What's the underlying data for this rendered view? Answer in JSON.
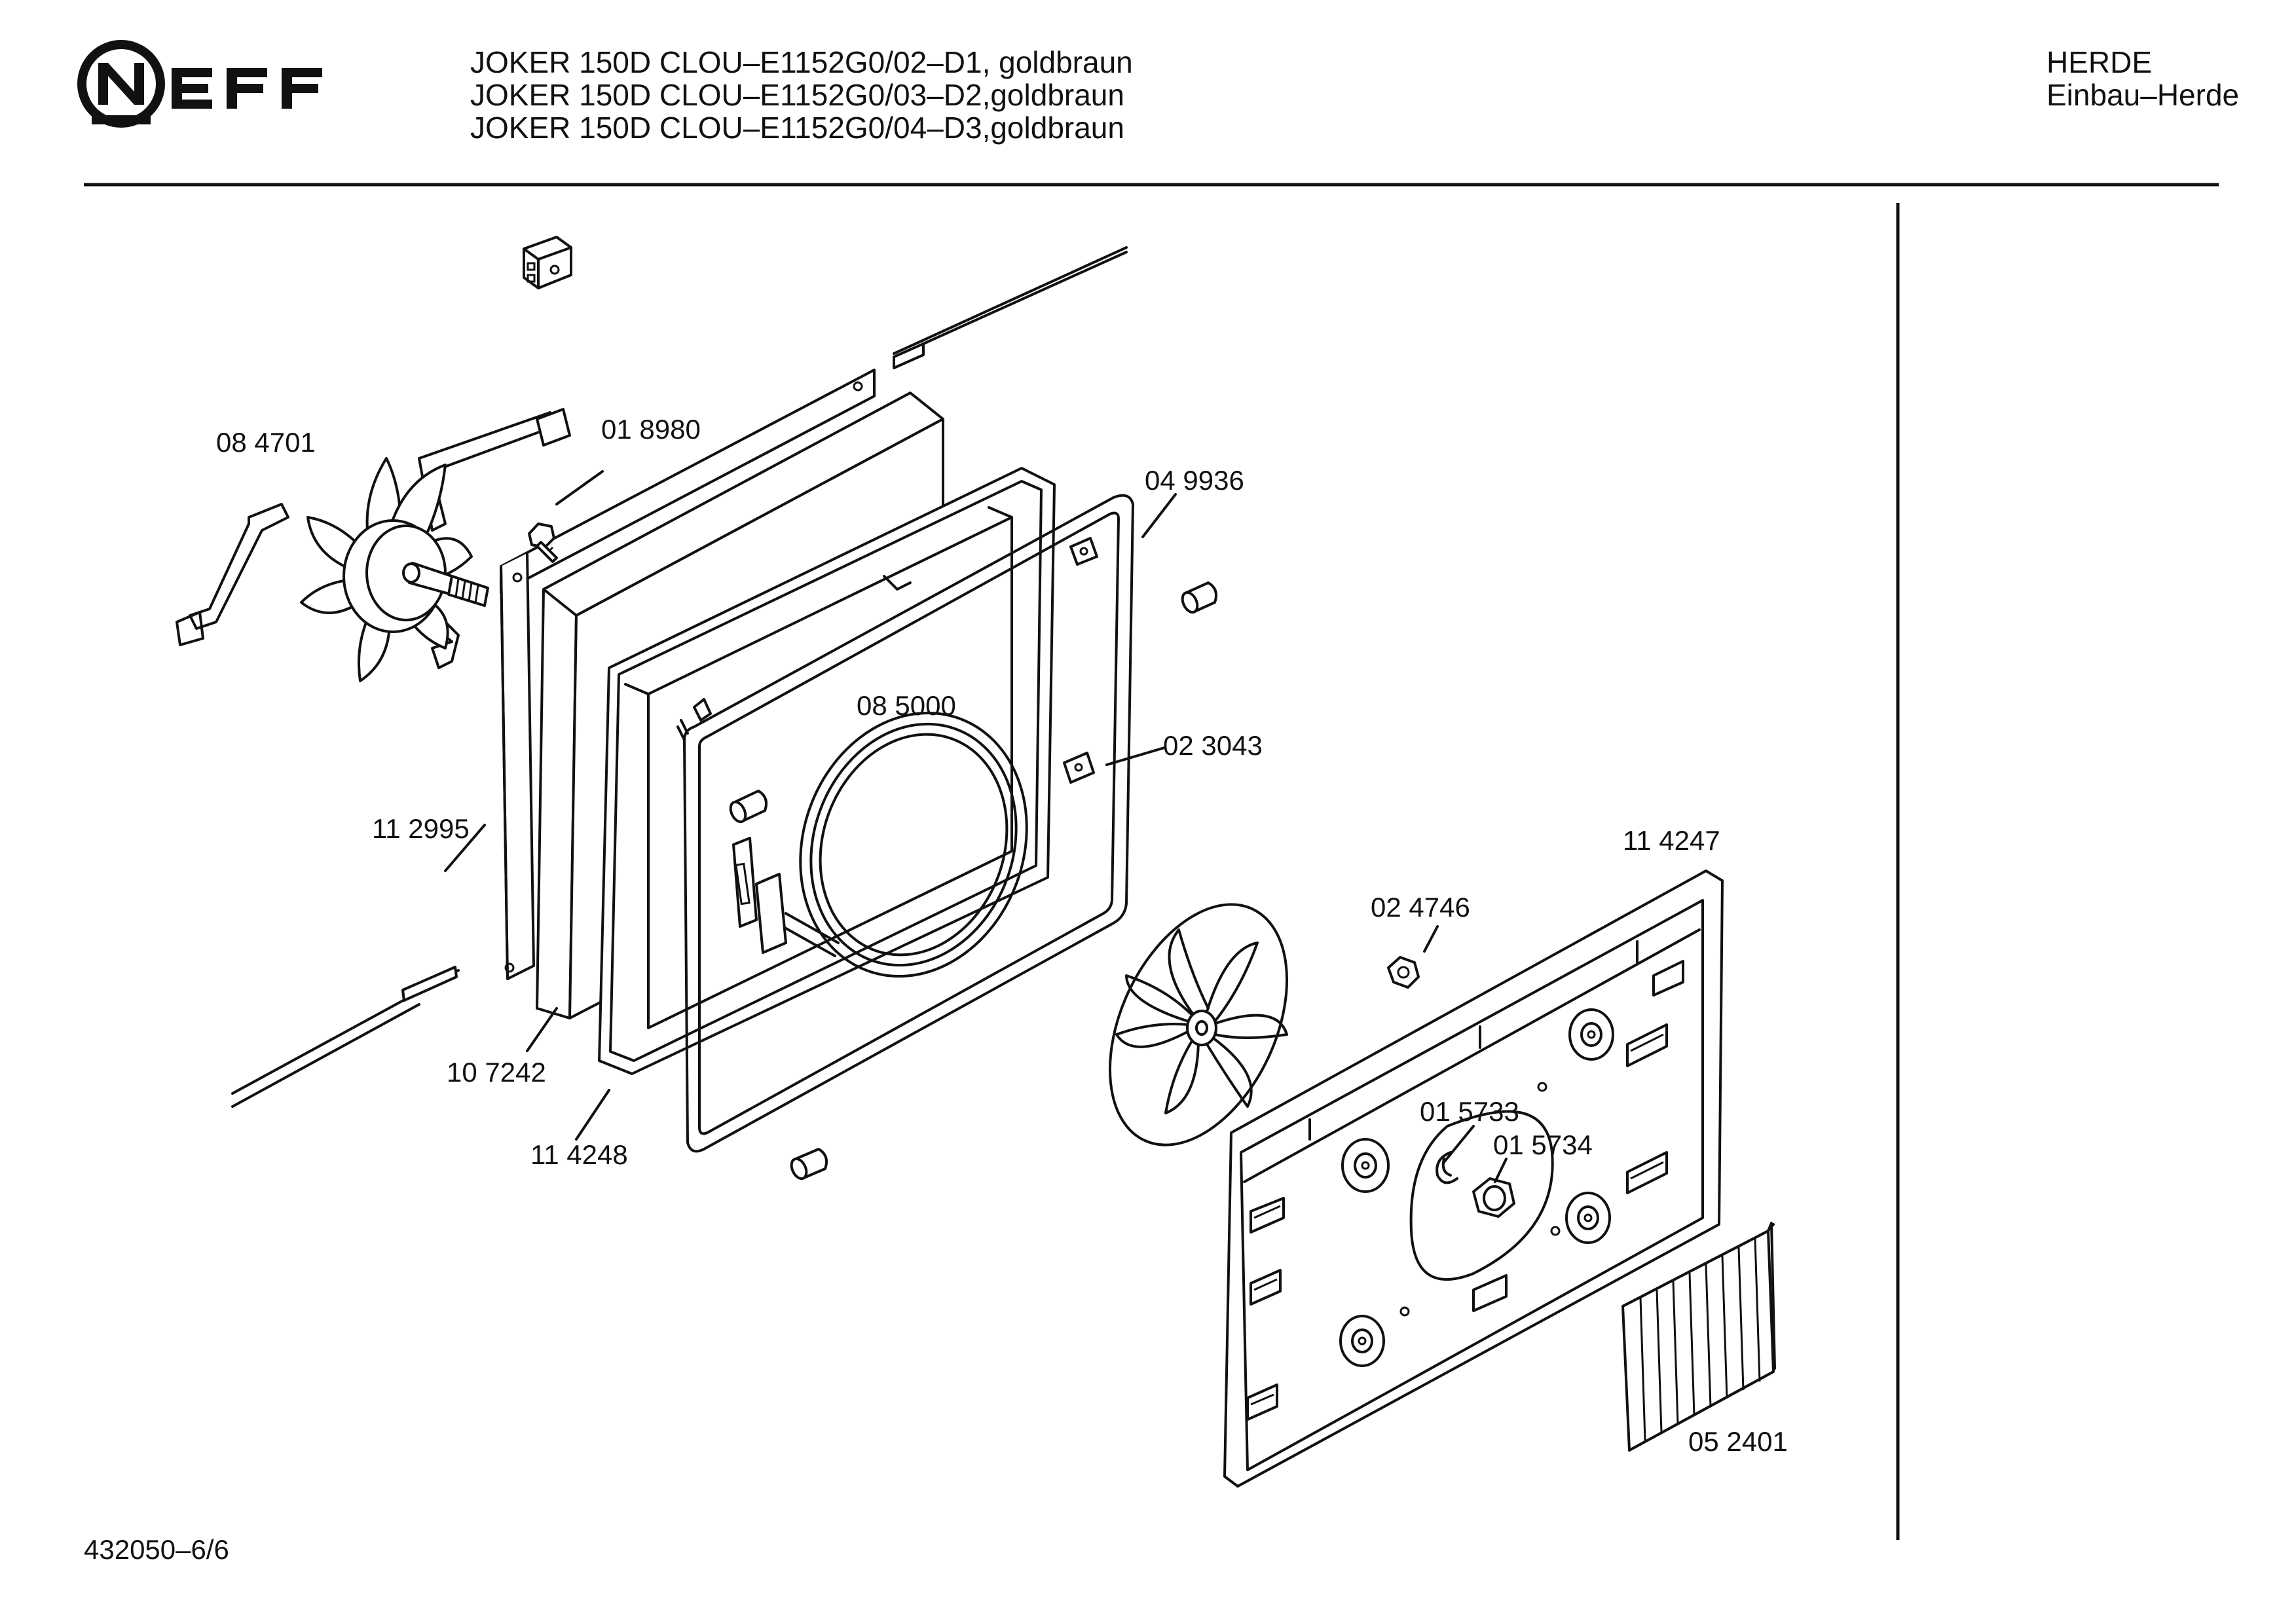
{
  "brand": {
    "name": "NEFF"
  },
  "header": {
    "models": [
      "JOKER 150D CLOU–E1152G0/02–D1, goldbraun",
      "JOKER 150D CLOU–E1152G0/03–D2,goldbraun",
      "JOKER 150D CLOU–E1152G0/04–D3,goldbraun"
    ],
    "category": "HERDE",
    "subcategory": "Einbau–Herde"
  },
  "parts": [
    {
      "id": "p084701",
      "number": "08 4701"
    },
    {
      "id": "p018980",
      "number": "01 8980"
    },
    {
      "id": "p049936",
      "number": "04 9936"
    },
    {
      "id": "p085000",
      "number": "08 5000"
    },
    {
      "id": "p023043",
      "number": "02 3043"
    },
    {
      "id": "p112995",
      "number": "11 2995"
    },
    {
      "id": "p114247",
      "number": "11 4247"
    },
    {
      "id": "p024746",
      "number": "02 4746"
    },
    {
      "id": "p107242",
      "number": "10 7242"
    },
    {
      "id": "p114248",
      "number": "11 4248"
    },
    {
      "id": "p015733",
      "number": "01 5733"
    },
    {
      "id": "p015734",
      "number": "01 5734"
    },
    {
      "id": "p052401",
      "number": "05 2401"
    }
  ],
  "footer": {
    "document_number": "432050–6/6"
  },
  "colors": {
    "ink": "#111111",
    "paper": "#ffffff"
  }
}
